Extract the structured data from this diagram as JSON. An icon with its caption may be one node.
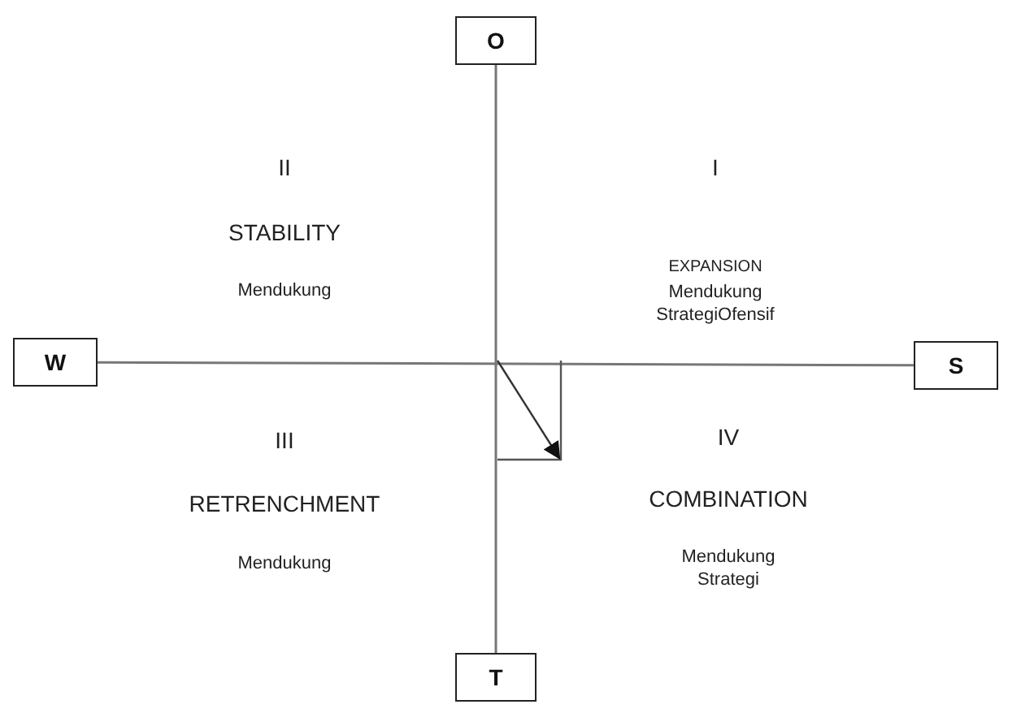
{
  "diagram": {
    "nodes": [
      {
        "text": [
          "O"
        ]
      },
      {
        "text": [
          "W"
        ]
      },
      {
        "text": [
          "S"
        ]
      },
      {
        "text": [
          "T"
        ]
      }
    ],
    "edges": [
      {
        "from": 0,
        "to": 3,
        "arrow": "none"
      },
      {
        "from": 1,
        "to": 2,
        "arrow": "none"
      }
    ],
    "labels": [
      "II",
      "STABILITY",
      "Mendukung",
      "I",
      "EXPANSION",
      "Mendukung StrategiOfensif",
      "III",
      "RETRENCHMENT",
      "Mendukung",
      "IV",
      "COMBINATION",
      "Mendukung Strategi"
    ]
  }
}
